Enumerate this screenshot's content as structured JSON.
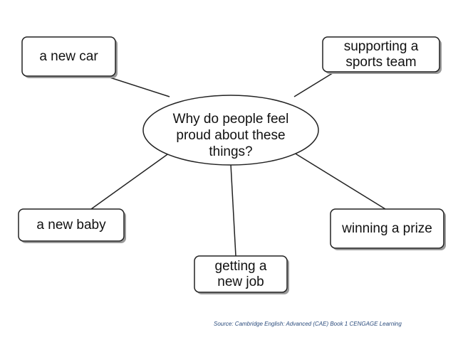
{
  "center": {
    "text": "Why do people feel\nproud about these\nthings?"
  },
  "nodes": {
    "new_car": {
      "text": "a new car"
    },
    "sports_team": {
      "text": "supporting a\nsports team"
    },
    "new_baby": {
      "text": "a new baby"
    },
    "new_job": {
      "text": "getting a\nnew job"
    },
    "prize": {
      "text": "winning a prize"
    }
  },
  "source": {
    "text": "Source: Cambridge English: Advanced (CAE) Book 1 CENGAGE Learning"
  },
  "colors": {
    "line": "#222222",
    "shadow": "#9a9a9a",
    "source_text": "#2a4b7c"
  }
}
